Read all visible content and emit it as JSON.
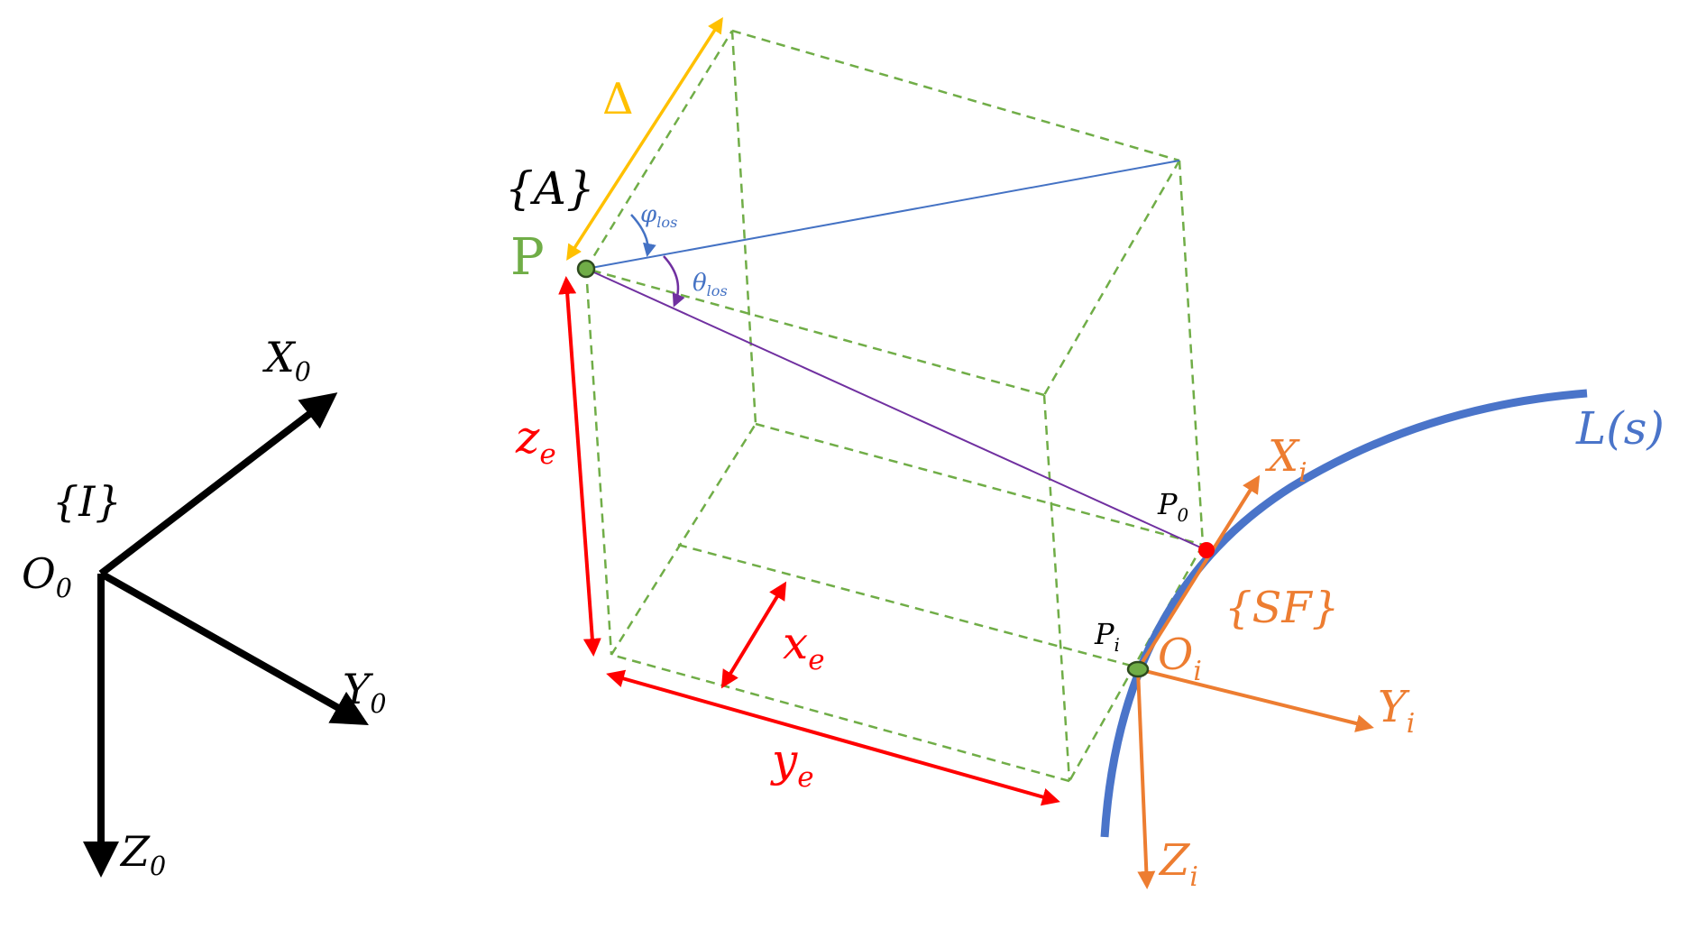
{
  "colors": {
    "black": "#000000",
    "green_dashed": "#70ad47",
    "red": "#ff0000",
    "orange": "#ed7d31",
    "blue": "#4472c4",
    "path_blue": "#4a74c9",
    "purple": "#7030a0",
    "yellow": "#ffc000",
    "point_green": "#70ad47",
    "point_red": "#ff0000"
  },
  "inertial_frame": {
    "frame_label": "{I}",
    "origin": {
      "main": "O",
      "sub": "0"
    },
    "x_axis": {
      "main": "X",
      "sub": "0"
    },
    "y_axis": {
      "main": "Y",
      "sub": "0"
    },
    "z_axis": {
      "main": "Z",
      "sub": "0"
    }
  },
  "vehicle": {
    "frame_label": "{A}",
    "point_label": "P",
    "delta_label": "Δ",
    "phi_los": {
      "main": "φ",
      "sub": "los"
    },
    "theta_los": {
      "main": "θ",
      "sub": "los"
    }
  },
  "errors": {
    "ze": {
      "main": "z",
      "sub": "e"
    },
    "xe": {
      "main": "x",
      "sub": "e"
    },
    "ye": {
      "main": "y",
      "sub": "e"
    }
  },
  "path": {
    "label": "L(s)",
    "p0": {
      "main": "P",
      "sub": "0"
    },
    "pi": {
      "main": "P",
      "sub": "i"
    }
  },
  "serret_frenet": {
    "frame_label": "{SF}",
    "origin": {
      "main": "O",
      "sub": "i"
    },
    "x_axis": {
      "main": "X",
      "sub": "i"
    },
    "y_axis": {
      "main": "Y",
      "sub": "i"
    },
    "z_axis": {
      "main": "Z",
      "sub": "i"
    }
  }
}
